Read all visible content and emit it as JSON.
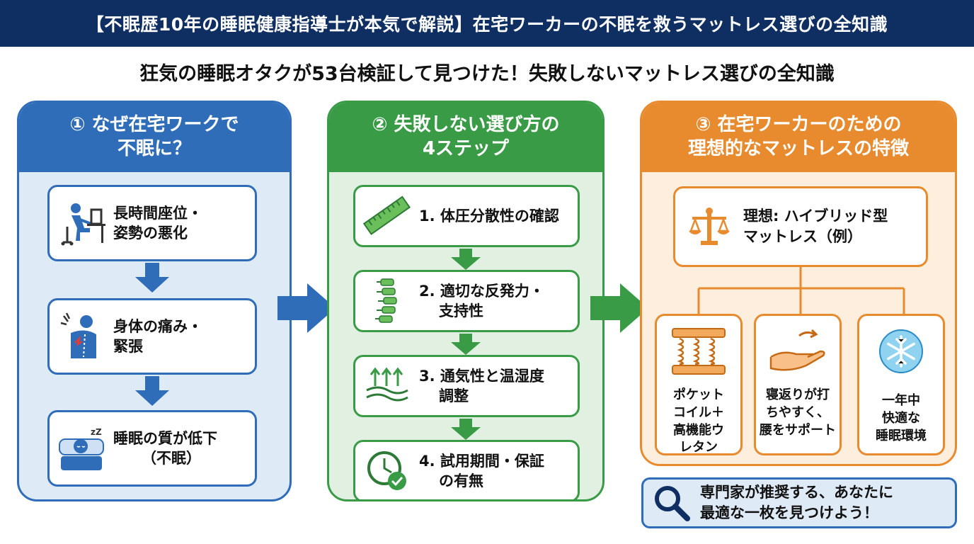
{
  "banner_title": "【不眠歴10年の睡眠健康指導士が本気で解説】在宅ワーカーの不眠を救うマットレス選びの全知識",
  "subtitle": "狂気の睡眠オタクが53台検証して見つけた！失敗しないマットレス選びの全知識",
  "colors": {
    "navy": "#0f2f63",
    "blue": "#2f6db8",
    "green": "#3a9b47",
    "orange": "#e88a2e"
  },
  "panel1": {
    "title_line1": "① なぜ在宅ワークで",
    "title_line2": "不眠に？",
    "steps": [
      {
        "icon": "desk-worker-icon",
        "line1": "長時間座位・",
        "line2": "姿勢の悪化"
      },
      {
        "icon": "back-pain-icon",
        "line1": "身体の痛み・",
        "line2": "緊張"
      },
      {
        "icon": "sleeping-person-icon",
        "line1": "睡眠の質が低下",
        "line2": "（不眠）"
      }
    ]
  },
  "panel2": {
    "title_line1": "② 失敗しない選び方の",
    "title_line2": "4ステップ",
    "steps": [
      {
        "icon": "ruler-icon",
        "line1": "1. 体圧分散性の確認",
        "line2": ""
      },
      {
        "icon": "spine-icon",
        "line1": "2. 適切な反発力・",
        "line2": "支持性"
      },
      {
        "icon": "airflow-icon",
        "line1": "3. 通気性と温湿度",
        "line2": "調整"
      },
      {
        "icon": "clock-check-icon",
        "line1": "4. 試用期間・保証",
        "line2": "の有無"
      }
    ]
  },
  "panel3": {
    "title_line1": "③ 在宅ワーカーのための",
    "title_line2": "理想的なマットレスの特徴",
    "top": {
      "icon": "balance-scale-icon",
      "line1": "理想: ハイブリッド型",
      "line2": "マットレス（例）"
    },
    "features": [
      {
        "icon": "pocket-coil-icon",
        "lines": [
          "ポケット",
          "コイル＋",
          "高機能ウ",
          "レタン"
        ]
      },
      {
        "icon": "supporting-hand-icon",
        "lines": [
          "寝返りが打",
          "ちやすく、",
          "腰をサポート"
        ]
      },
      {
        "icon": "snowflake-icon",
        "lines": [
          "一年中",
          "快適な",
          "睡眠環境"
        ]
      }
    ]
  },
  "cta": {
    "icon": "search-icon",
    "line1": "専門家が推奨する、あなたに",
    "line2": "最適な一枚を見つけよう！"
  }
}
